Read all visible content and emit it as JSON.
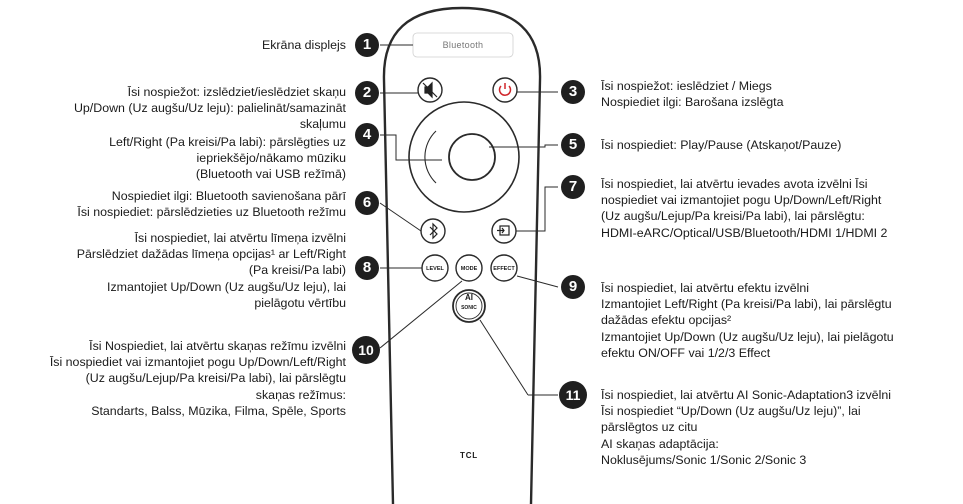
{
  "remote": {
    "display_text": "Bluetooth",
    "brand": "TCL",
    "buttons": {
      "level": "LEVEL",
      "mode": "MODE",
      "effect": "EFFECT",
      "ai_top": "AI",
      "ai_bottom": "SONIC"
    }
  },
  "callouts": [
    {
      "num": "1",
      "lines": [
        "Ekrāna displejs"
      ]
    },
    {
      "num": "2",
      "lines": [
        "Īsi nospiežot: izslēdziet/ieslēdziet skaņu",
        "Up/Down (Uz augšu/Uz leju): palielināt/samazināt",
        "skaļumu"
      ]
    },
    {
      "num": "3",
      "lines": [
        "Īsi nospiežot: ieslēdziet / Miegs",
        "Nospiediet ilgi: Barošana izslēgta"
      ]
    },
    {
      "num": "4",
      "lines": [
        "Left/Right (Pa kreisi/Pa labi): pārslēgties uz",
        "iepriekšējo/nākamo mūziku",
        "(Bluetooth vai USB režīmā)"
      ]
    },
    {
      "num": "5",
      "lines": [
        "Īsi nospiediet: Play/Pause (Atskaņot/Pauze)"
      ]
    },
    {
      "num": "6",
      "lines": [
        "Nospiediet ilgi: Bluetooth savienošana pārī",
        "Īsi nospiediet: pārslēdzieties uz Bluetooth režīmu"
      ]
    },
    {
      "num": "7",
      "lines": [
        "Īsi nospiediet, lai atvērtu ievades avota izvēlni Īsi",
        "nospiediet vai izmantojiet pogu Up/Down/Left/Right",
        "(Uz augšu/Lejup/Pa kreisi/Pa labi), lai pārslēgtu:",
        "HDMI-eARC/Optical/USB/Bluetooth/HDMI 1/HDMI 2"
      ]
    },
    {
      "num": "8",
      "lines": [
        "Īsi nospiediet, lai atvērtu līmeņa izvēlni",
        "Pārslēdziet dažādas līmeņa opcijas¹ ar Left/Right",
        "(Pa kreisi/Pa labi)",
        "Izmantojiet Up/Down (Uz augšu/Uz leju), lai",
        "pielāgotu vērtību"
      ]
    },
    {
      "num": "9",
      "lines": [
        "Īsi nospiediet, lai atvērtu efektu izvēlni",
        "Izmantojiet Left/Right (Pa kreisi/Pa labi), lai pārslēgtu",
        "dažādas efektu opcijas²",
        "Izmantojiet Up/Down (Uz augšu/Uz leju), lai pielāgotu",
        "efektu ON/OFF vai 1/2/3 Effect"
      ]
    },
    {
      "num": "10",
      "lines": [
        "Īsi Nospiediet, lai atvērtu skaņas režīmu izvēlni",
        "Īsi nospiediet vai izmantojiet pogu Up/Down/Left/Right",
        "(Uz augšu/Lejup/Pa kreisi/Pa labi), lai pārslēgtu",
        "skaņas režīmus:",
        "Standarts, Balss, Mūzika, Filma, Spēle, Sports"
      ]
    },
    {
      "num": "11",
      "lines": [
        "Īsi nospiediet, lai atvērtu AI Sonic-Adaptation3 izvēlni",
        "Īsi nospiediet “Up/Down (Uz augšu/Uz leju)”, lai",
        "pārslēgtos uz citu",
        "AI skaņas adaptācija:",
        "Noklusējums/Sonic 1/Sonic 2/Sonic 3"
      ]
    }
  ]
}
